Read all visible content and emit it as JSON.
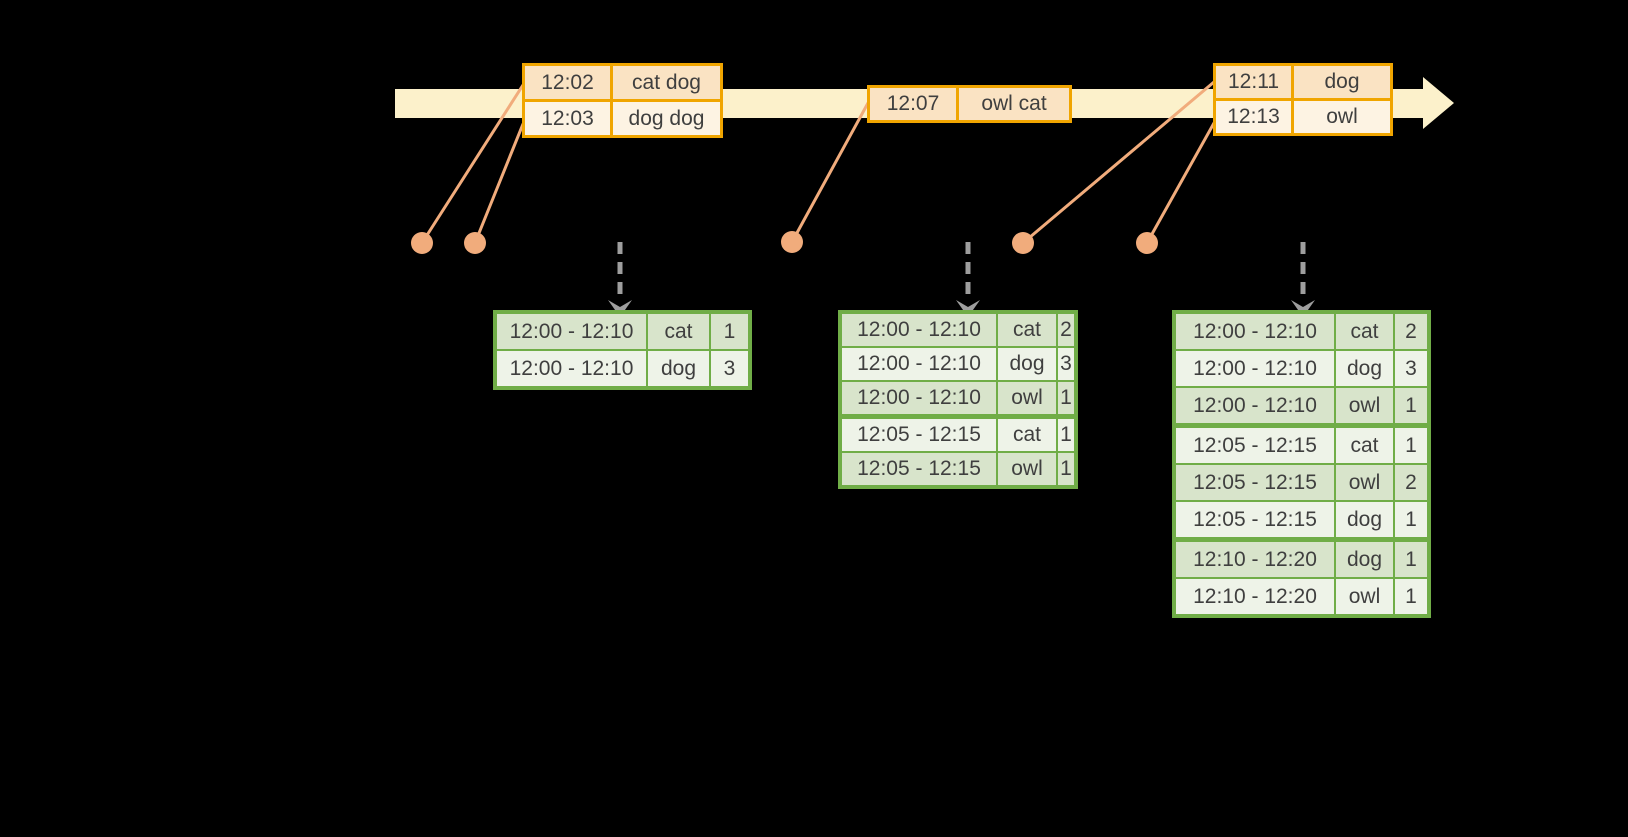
{
  "event_tables": [
    {
      "rows": [
        [
          "12:02",
          "cat dog"
        ],
        [
          "12:03",
          "dog dog"
        ]
      ]
    },
    {
      "rows": [
        [
          "12:07",
          "owl cat"
        ]
      ]
    },
    {
      "rows": [
        [
          "12:11",
          "dog"
        ],
        [
          "12:13",
          "owl"
        ]
      ]
    }
  ],
  "result_tables": [
    {
      "rows": [
        [
          "12:00 - 12:10",
          "cat",
          "1"
        ],
        [
          "12:00 - 12:10",
          "dog",
          "3"
        ]
      ]
    },
    {
      "rows": [
        [
          "12:00 - 12:10",
          "cat",
          "2"
        ],
        [
          "12:00 - 12:10",
          "dog",
          "3"
        ],
        [
          "12:00 - 12:10",
          "owl",
          "1"
        ],
        [
          "12:05 - 12:15",
          "cat",
          "1"
        ],
        [
          "12:05 - 12:15",
          "owl",
          "1"
        ]
      ]
    },
    {
      "rows": [
        [
          "12:00 - 12:10",
          "cat",
          "2"
        ],
        [
          "12:00 - 12:10",
          "dog",
          "3"
        ],
        [
          "12:00 - 12:10",
          "owl",
          "1"
        ],
        [
          "12:05 - 12:15",
          "cat",
          "1"
        ],
        [
          "12:05 - 12:15",
          "owl",
          "2"
        ],
        [
          "12:05 - 12:15",
          "dog",
          "1"
        ],
        [
          "12:10 - 12:20",
          "dog",
          "1"
        ],
        [
          "12:10 - 12:20",
          "owl",
          "1"
        ]
      ]
    }
  ],
  "colors": {
    "background": "#000000",
    "timeline_band": "#FCF1CB",
    "event_table_border": "#F0A500",
    "event_row_dark": "#FAE3C3",
    "event_row_light": "#FDF3E3",
    "marker": "#F1AC7C",
    "result_table_border": "#70AD47",
    "result_row_dark": "#D8E4CB",
    "result_row_light": "#EEF3E8",
    "trigger_arrow": "#9E9E9E",
    "text": "#3F3F3F"
  }
}
